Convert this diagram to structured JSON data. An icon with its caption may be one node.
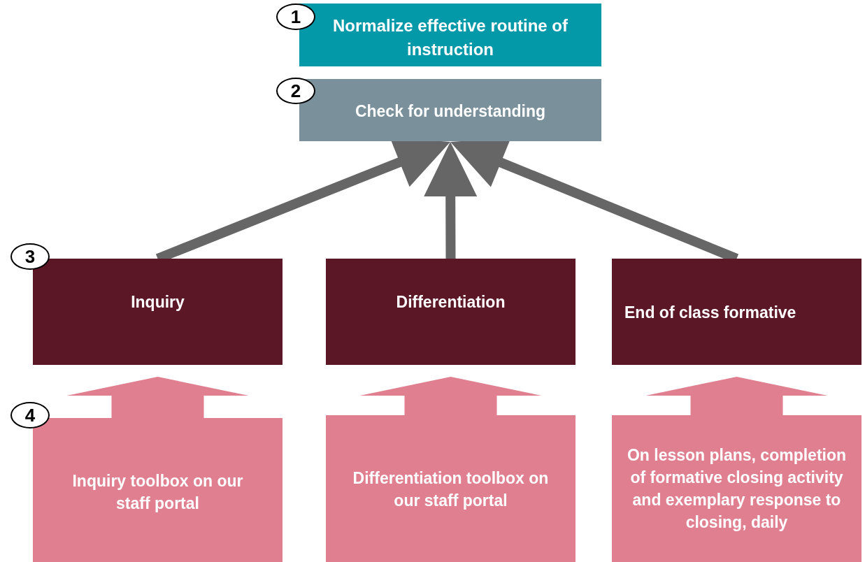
{
  "diagram": {
    "nodes": [
      {
        "text": [
          "Normalize effective routine of instruction"
        ]
      },
      {
        "text": [
          "Check for understanding"
        ]
      },
      {
        "text": [
          "Inquiry"
        ]
      },
      {
        "text": [
          "Differentiation"
        ]
      },
      {
        "text": [
          "End of class formative"
        ]
      },
      {
        "text": [
          "Inquiry toolbox on our staff portal"
        ]
      },
      {
        "text": [
          "Differentiation toolbox on our staff portal"
        ]
      },
      {
        "text": [
          "On lesson plans, completion of formative closing activity and exemplary response to closing, daily"
        ]
      }
    ],
    "edges": [
      {
        "from": 2,
        "to": 1,
        "arrow": "to",
        "style": "thick",
        "color": "#666666"
      },
      {
        "from": 3,
        "to": 1,
        "arrow": "to",
        "style": "thick",
        "color": "#666666"
      },
      {
        "from": 4,
        "to": 1,
        "arrow": "to",
        "style": "thick",
        "color": "#666666"
      },
      {
        "from": 5,
        "to": 2,
        "arrow": "to",
        "style": "thick",
        "color": "#e07f8f"
      },
      {
        "from": 6,
        "to": 3,
        "arrow": "to",
        "style": "thick",
        "color": "#e07f8f"
      },
      {
        "from": 7,
        "to": 4,
        "arrow": "to",
        "style": "thick",
        "color": "#e07f8f"
      }
    ],
    "labels": [
      "1",
      "2",
      "3",
      "4"
    ]
  }
}
